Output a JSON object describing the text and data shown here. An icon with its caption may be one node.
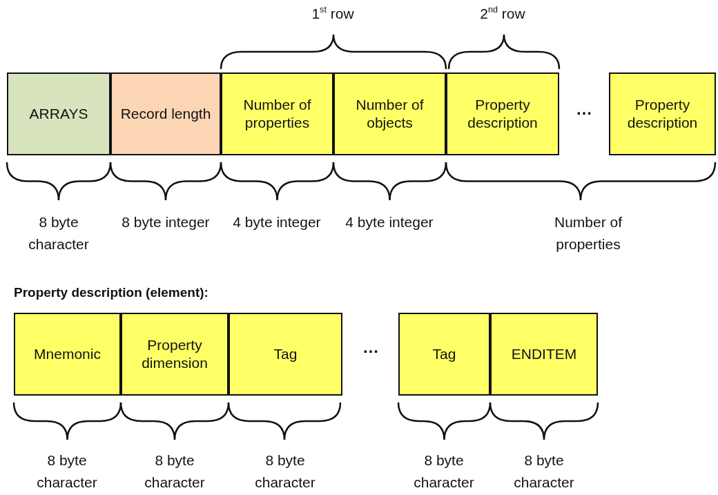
{
  "diagram": {
    "nodes": [
      {
        "text": [
          "ARRAYS"
        ]
      },
      {
        "text": [
          "Record length"
        ]
      },
      {
        "text": [
          "Number of properties"
        ]
      },
      {
        "text": [
          "Number of objects"
        ]
      },
      {
        "text": [
          "Property description"
        ]
      },
      {
        "text": [
          "Property description"
        ]
      },
      {
        "text": [
          "Mnemonic"
        ]
      },
      {
        "text": [
          "Property dimension"
        ]
      },
      {
        "text": [
          "Tag"
        ]
      },
      {
        "text": [
          "Tag"
        ]
      },
      {
        "text": [
          "ENDITEM"
        ]
      }
    ],
    "edges": [],
    "labels": [
      "1$^{st}$ row",
      "2$^{nd}$ row",
      "…",
      "8 byte character",
      "8 byte integer",
      "4 byte integer",
      "4 byte integer",
      "Number of properties",
      "Property description (element):",
      "…",
      "8 byte character",
      "8 byte character",
      "8 byte character",
      "8 byte character",
      "8 byte character"
    ]
  }
}
